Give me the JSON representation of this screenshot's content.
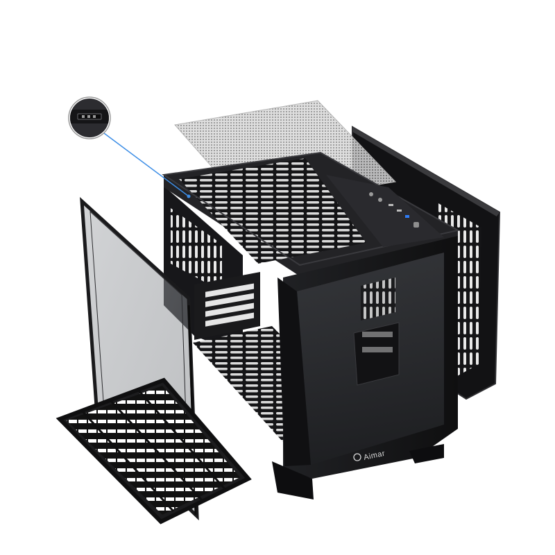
{
  "product": {
    "brand_label": "Aimar",
    "colors": {
      "background": "#ffffff",
      "case_body": "#1c1c1e",
      "case_edge": "#2b2b2e",
      "glass": "#8a8d92",
      "mesh": "#9a9a9a",
      "callout_line": "#3d8ee6",
      "port_blue": "#2f7cf6"
    },
    "parts": [
      "top-dust-filter-mesh",
      "case-body",
      "tempered-glass-side-panel",
      "rear-side-panel",
      "bottom-dust-filter",
      "io-port-callout"
    ]
  }
}
